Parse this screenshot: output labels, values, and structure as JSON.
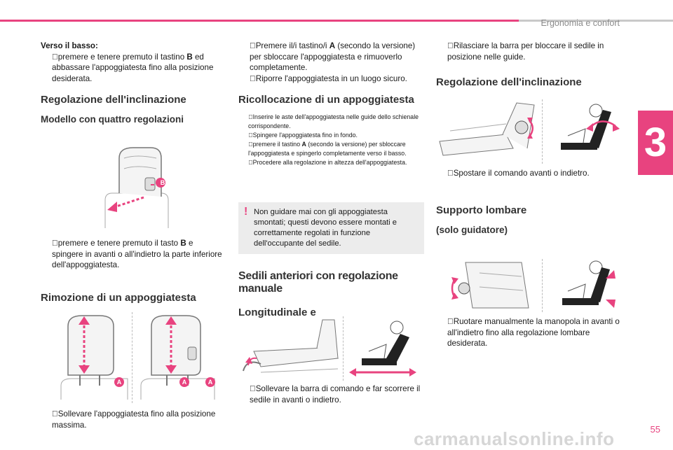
{
  "header": {
    "chapter_title": "Ergonomia e confort",
    "chapter_number": "3",
    "page_number": "55"
  },
  "col1": {
    "lower_title": "Verso il basso:",
    "lower_bullet_pre": "premere e tenere premuto il tastino ",
    "lower_bullet_key": "B",
    "lower_bullet_post": " ed abbassare l'appoggiatesta fino alla posizione desiderata.",
    "h_tilt": "Regolazione dell'inclinazione",
    "h_model": "Modello con quattro regolazioni",
    "tilt_bullet_pre": "premere e tenere premuto il tasto ",
    "tilt_bullet_key": "B",
    "tilt_bullet_post": " e spingere in avanti o all'indietro la parte inferiore dell'appoggiatesta.",
    "h_remove": "Rimozione di un appoggiatesta",
    "remove_bullet": "Sollevare l'appoggiatesta fino alla posizione massima.",
    "label_b": "B",
    "label_a": "A"
  },
  "col2": {
    "bullet1_pre": "Premere il/i tastino/i ",
    "bullet1_key": "A",
    "bullet1_post": " (secondo la versione) per sbloccare l'appoggiatesta e rimuoverlo completamente.",
    "bullet2": "Riporre l'appoggiatesta in un luogo sicuro.",
    "h_refit": "Ricollocazione di un appoggiatesta",
    "refit": [
      "Inserire le aste dell'appoggiatesta nelle guide dello schienale corrispondente.",
      "Spingere l'appoggiatesta fino in fondo."
    ],
    "refit3_pre": "premere il tastino ",
    "refit3_key": "A",
    "refit3_post": " (secondo la versione) per sbloccare l'appoggiatesta e spingerlo completamente verso il basso.",
    "refit4": "Procedere alla regolazione in altezza dell'appoggiatesta.",
    "warning": "Non guidare mai con gli appoggiatesta smontati; questi devono essere montati e correttamente regolati in funzione dell'occupante del sedile.",
    "h_manual": "Sedili anteriori con regolazione manuale",
    "h_long": "Longitudinale e",
    "long_bullet": "Sollevare la barra di comando e far scorrere il sedile in avanti o indietro."
  },
  "col3": {
    "release_bullet": "Rilasciare la barra per bloccare il sedile in posizione nelle guide.",
    "h_tilt": "Regolazione dell'inclinazione",
    "tilt_bullet": "Spostare il comando avanti o indietro.",
    "h_lumbar": "Supporto lombare",
    "h_driver": "(solo guidatore)",
    "lumbar_bullet": "Ruotare manualmente la manopola in avanti o all'indietro fino alla regolazione lombare desiderata."
  },
  "colors": {
    "accent": "#e8437f",
    "warning_bg": "#ececec"
  },
  "footer": {
    "watermark": "carmanualsonline.info"
  }
}
